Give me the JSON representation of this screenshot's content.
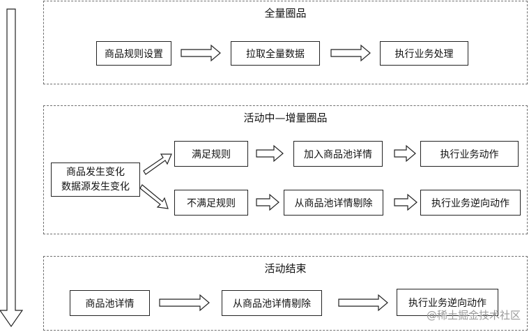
{
  "sections": [
    {
      "title": "全量圈品",
      "boxes": [
        "商品规则设置",
        "拉取全量数据",
        "执行业务处理"
      ]
    },
    {
      "title": "活动中—增量圈品",
      "source": [
        "商品发生变化",
        "数据源发生变化"
      ],
      "match_row": [
        "满足规则",
        "加入商品池详情",
        "执行业务动作"
      ],
      "nomatch_row": [
        "不满足规则",
        "从商品池详情剔除",
        "执行业务逆向动作"
      ]
    },
    {
      "title": "活动结束",
      "boxes": [
        "商品池详情",
        "从商品池详情剔除",
        "执行业务逆向动作"
      ]
    }
  ],
  "watermark": "@稀土掘金技术社区"
}
